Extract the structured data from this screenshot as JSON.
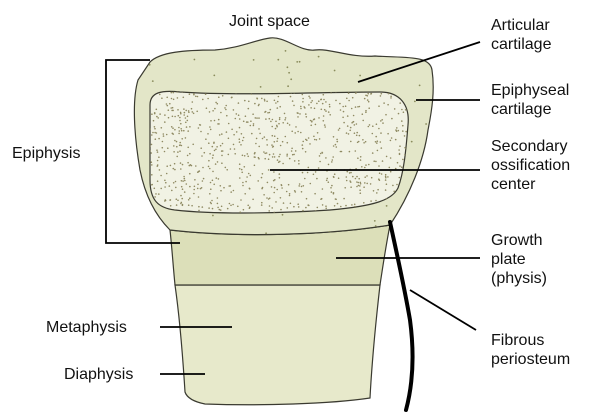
{
  "diagram": {
    "labels": {
      "joint_space": "Joint space",
      "articular_cartilage": [
        "Articular",
        "cartilage"
      ],
      "epiphyseal_cartilage": [
        "Epiphyseal",
        "cartilage"
      ],
      "secondary_ossification_center": [
        "Secondary",
        "ossification",
        "center"
      ],
      "epiphysis": "Epiphysis",
      "growth_plate": [
        "Growth",
        "plate",
        "(physis)"
      ],
      "metaphysis": "Metaphysis",
      "diaphysis": "Diaphysis",
      "fibrous_periosteum": [
        "Fibrous",
        "periosteum"
      ]
    },
    "colors": {
      "cartilage_fill": "#e3e6c8",
      "ossification_fill": "#f1f2e4",
      "ossification_dots": "#8f8a62",
      "cartilage_dots": "#8a8c5c",
      "growth_plate_fill": "#dcdfb9",
      "shaft_fill": "#e7e9cb",
      "outline": "#3a3a30",
      "leader_lines": "#000000",
      "periosteum": "#000000"
    }
  }
}
